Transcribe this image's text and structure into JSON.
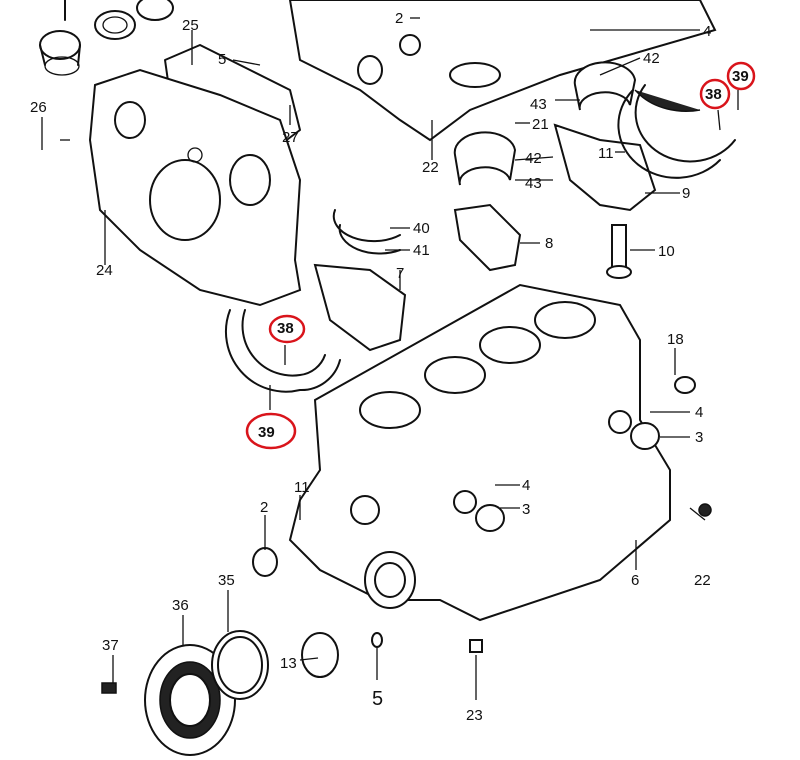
{
  "diagram": {
    "title": "Cylinder block exploded parts diagram",
    "highlight_color": "#d9141b",
    "callouts": {
      "c2_top": "2",
      "c4_top": "4",
      "c5_top": "5",
      "c25": "25",
      "c42_top": "42",
      "c38_top": "38",
      "c39_top": "39",
      "c26": "26",
      "c27": "27",
      "c21": "21",
      "c43_top": "43",
      "c22_top": "22",
      "c11_top": "11",
      "c42_mid": "42",
      "c43_mid": "43",
      "c9": "9",
      "c24": "24",
      "c40": "40",
      "c41": "41",
      "c8": "8",
      "c10": "10",
      "c7": "7",
      "c38_mid": "38",
      "c39_mid": "39",
      "c18": "18",
      "c4_right": "4",
      "c3_right": "3",
      "c4_center": "4",
      "c3_center": "3",
      "c11_low": "11",
      "c2_low": "2",
      "c6": "6",
      "c22_low": "22",
      "c35": "35",
      "c36": "36",
      "c37": "37",
      "c13": "13",
      "c5_low": "5",
      "c23": "23"
    }
  }
}
